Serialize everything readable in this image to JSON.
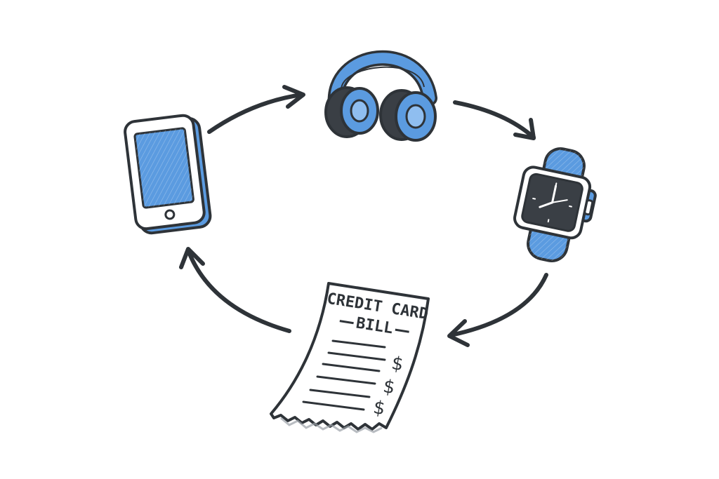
{
  "colors": {
    "ink": "#2e3338",
    "blue": "#5b9be0",
    "blue_light": "#8fbef0",
    "dark": "#3a3f45",
    "paper": "#ffffff"
  },
  "nodes": [
    {
      "name": "smartphone",
      "icon": "smartphone-icon"
    },
    {
      "name": "headphones",
      "icon": "headphones-icon"
    },
    {
      "name": "smartwatch",
      "icon": "smartwatch-icon"
    },
    {
      "name": "credit-card-bill",
      "icon": "receipt-icon"
    }
  ],
  "bill": {
    "title_line1": "CREDIT CARD",
    "title_line2": "BILL",
    "amounts": [
      "$",
      "$",
      "$"
    ]
  },
  "cycle_arrows": [
    {
      "from": "smartphone",
      "to": "headphones"
    },
    {
      "from": "headphones",
      "to": "smartwatch"
    },
    {
      "from": "smartwatch",
      "to": "credit-card-bill"
    },
    {
      "from": "credit-card-bill",
      "to": "smartphone"
    }
  ]
}
